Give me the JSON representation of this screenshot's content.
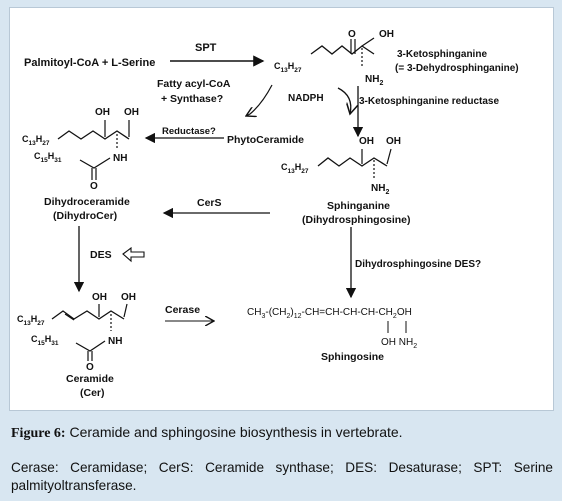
{
  "diagram": {
    "reactants": "Palmitoyl-CoA + L-Serine",
    "enzymes": {
      "spt": "SPT",
      "fatty_acyl_coa_synthase": [
        "Fatty acyl-CoA",
        "+ Synthase?"
      ],
      "nadph": "NADPH",
      "ketosphinganine_reductase": "3-Ketosphinganine reductase",
      "reductase": "Reductase?",
      "cers": "CerS",
      "des": "DES",
      "dihydrosphingosine_des": "Dihydrosphingosine DES?",
      "cerase": "Cerase"
    },
    "compounds": {
      "ketosphinganine": [
        "3-Ketosphinganine",
        "(= 3-Dehydrosphinganine)"
      ],
      "phytoceramide": "PhytoCeramide",
      "sphinganine": [
        "Sphinganine",
        "(Dihydrosphingosine)"
      ],
      "dihydroceramide": [
        "Dihydroceramide",
        "(DihydroCer)"
      ],
      "ceramide": [
        "Ceramide",
        "(Cer)"
      ],
      "sphingosine": "Sphingosine"
    },
    "structure_labels": {
      "oh": "OH",
      "o": "O",
      "nh": "NH",
      "nh2": "NH",
      "nh2_sub": "2",
      "c13": "C",
      "c13_sub": "13",
      "h27": "H",
      "h27_sub": "27",
      "c15": "C",
      "c15_sub": "15",
      "h31": "H",
      "h31_sub": "31"
    },
    "sphingosine_formula": {
      "part1": "CH",
      "sub1": "3",
      "part2": "-(CH",
      "sub2": "2",
      ")": ")",
      "sub3": "12",
      "part3": "-CH=CH-CH-CH-CH",
      "sub4": "2",
      "part4": "OH",
      "substituents": "OH NH",
      "substituents_sub": "2"
    }
  },
  "caption": {
    "label": "Figure 6:",
    "text": " Ceramide and sphingosine biosynthesis in vertebrate."
  },
  "abbreviations": "Cerase: Ceramidase; CerS: Ceramide synthase; DES: Desaturase; SPT: Serine palmityoltransferase."
}
